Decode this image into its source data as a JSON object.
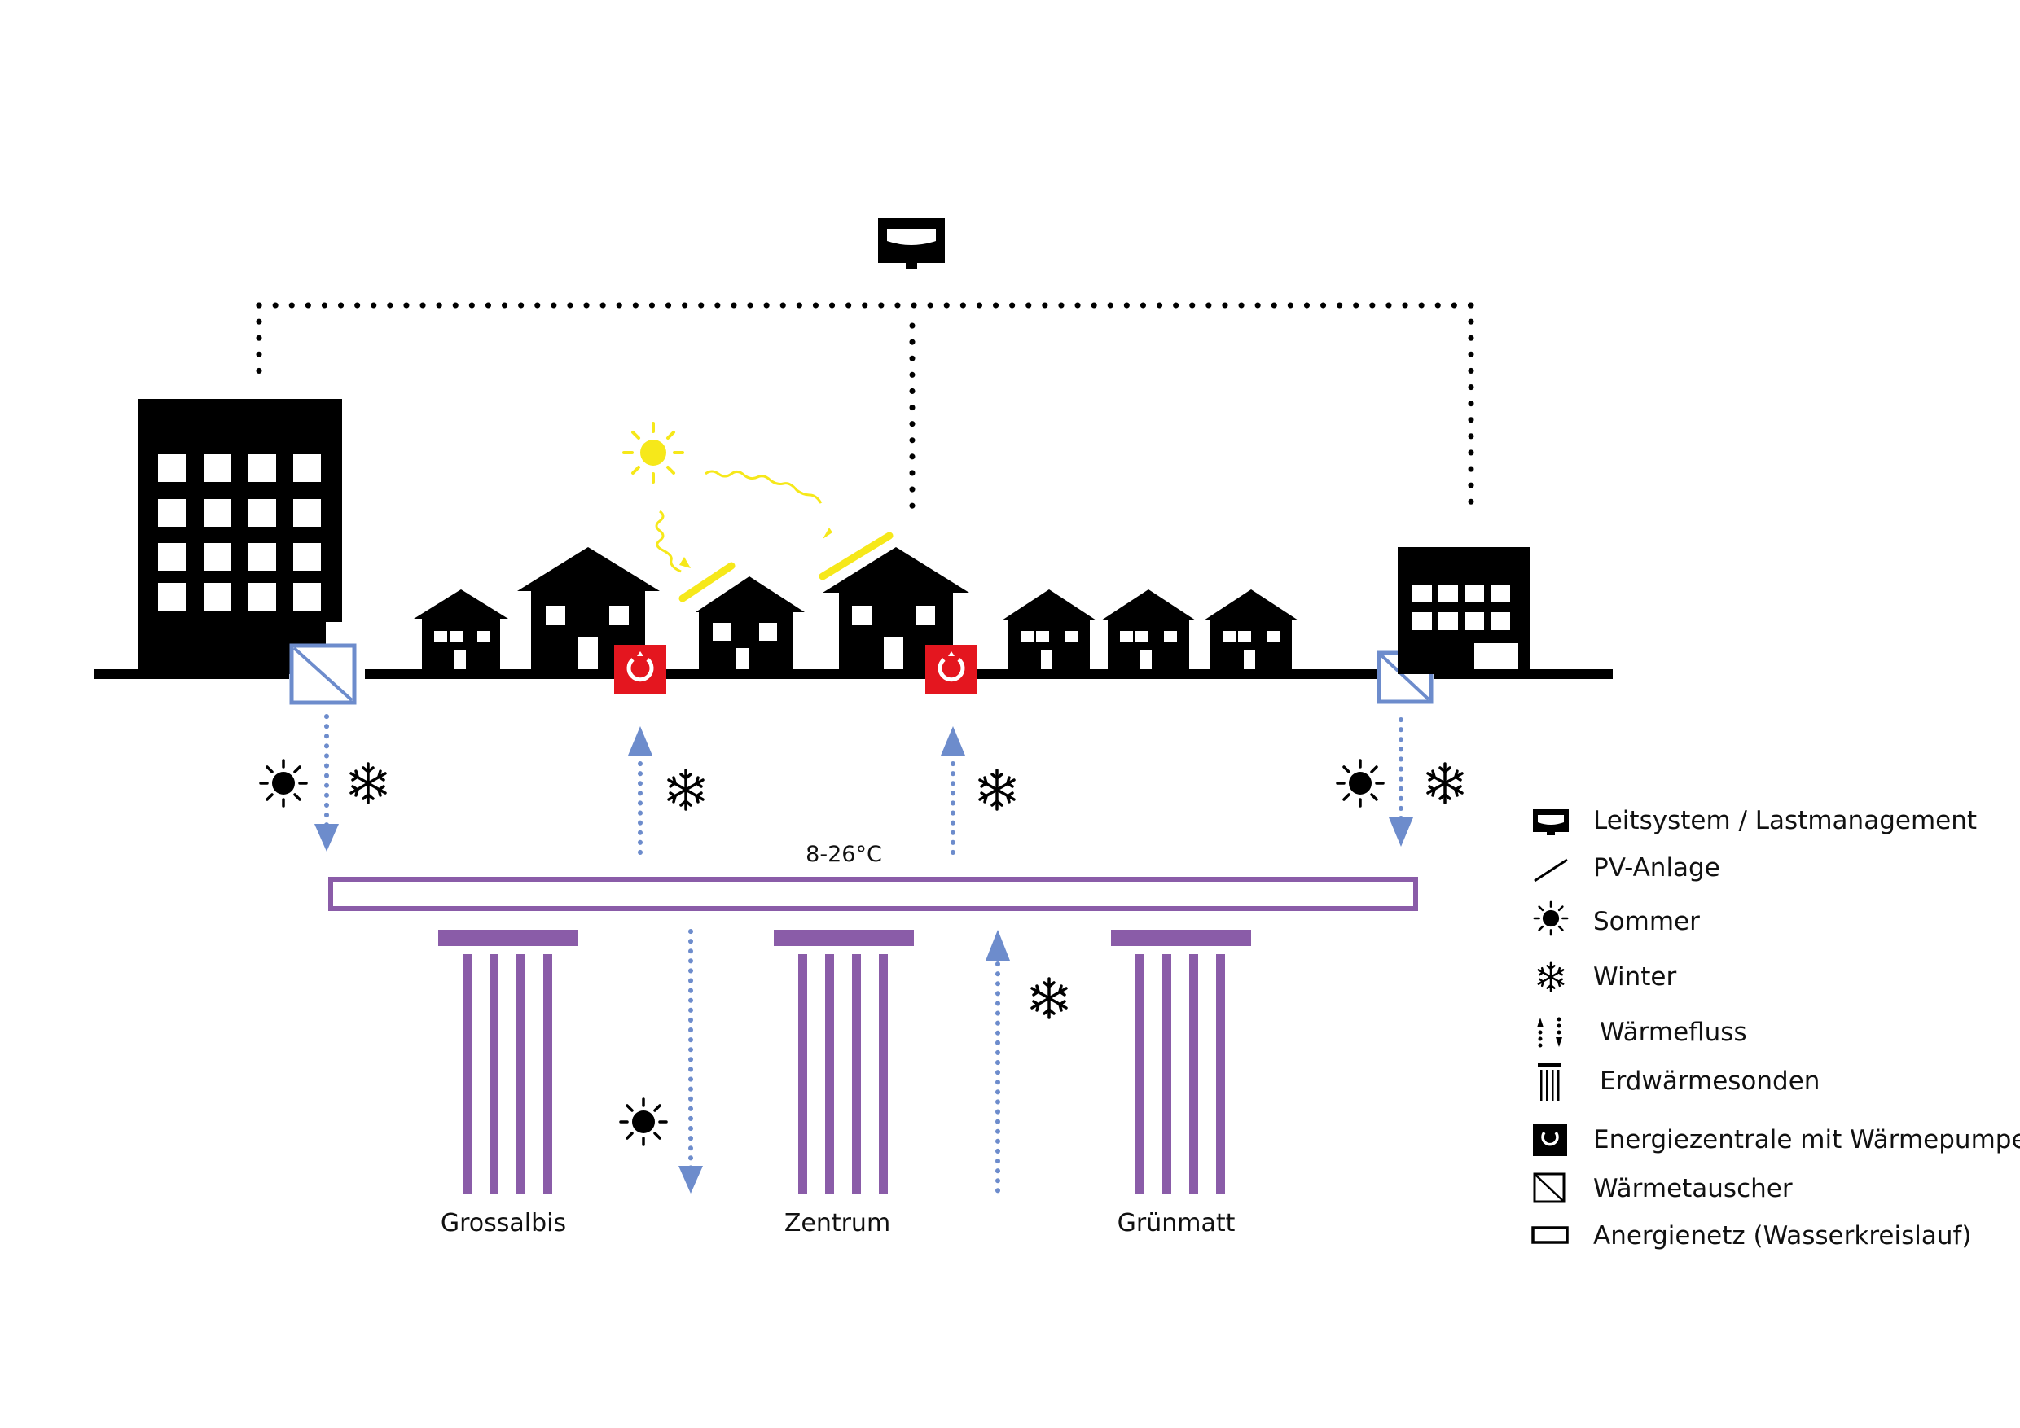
{
  "temperature_label": "8-26°C",
  "fields": [
    {
      "name": "Grossalbis"
    },
    {
      "name": "Zentrum"
    },
    {
      "name": "Grünmatt"
    }
  ],
  "legend": [
    {
      "icon": "control-system-icon",
      "label": "Leitsystem / Lastmanagement"
    },
    {
      "icon": "pv-panel-icon",
      "label": "PV-Anlage"
    },
    {
      "icon": "sun-icon",
      "label": "Sommer"
    },
    {
      "icon": "snowflake-icon",
      "label": "Winter"
    },
    {
      "icon": "heat-flow-icon",
      "label": "Wärmefluss"
    },
    {
      "icon": "borehole-probe-icon",
      "label": "Erdwärmesonden"
    },
    {
      "icon": "heat-pump-icon",
      "label": "Energiezentrale mit Wärmepumpe"
    },
    {
      "icon": "heat-exchanger-icon",
      "label": "Wärmetauscher"
    },
    {
      "icon": "anergy-network-icon",
      "label": "Anergienetz (Wasserkreislauf)"
    }
  ],
  "colors": {
    "building": "#000000",
    "network": "#8a5ca8",
    "flow": "#6d8ccc",
    "exchanger": "#6d8ccc",
    "heat_pump": "#e4161f",
    "solar": "#f6e81a",
    "text": "#111111"
  }
}
